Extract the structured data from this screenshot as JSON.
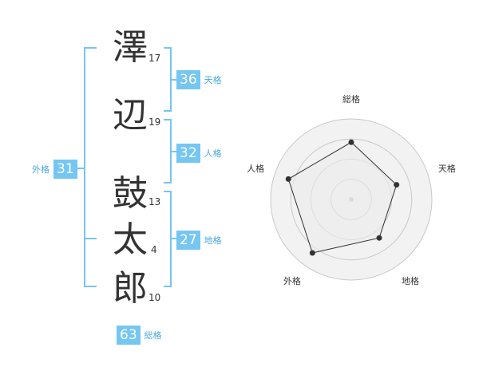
{
  "name_chars": [
    {
      "char": "澤",
      "strokes": "17"
    },
    {
      "char": "辺",
      "strokes": "19"
    },
    {
      "char": "鼓",
      "strokes": "13"
    },
    {
      "char": "太",
      "strokes": "4"
    },
    {
      "char": "郎",
      "strokes": "10"
    }
  ],
  "fortunes": {
    "tenkaku": {
      "value": "36",
      "label": "天格"
    },
    "jinkaku": {
      "value": "32",
      "label": "人格"
    },
    "chikaku": {
      "value": "27",
      "label": "地格"
    },
    "gaikaku": {
      "value": "31",
      "label": "外格"
    },
    "soukaku": {
      "value": "63",
      "label": "総格"
    }
  },
  "colors": {
    "accent": "#75c6f2",
    "bracket": "#75c6f2",
    "label": "#4aa8de"
  },
  "chart_data": {
    "type": "radar",
    "axes": [
      "総格",
      "天格",
      "地格",
      "外格",
      "人格"
    ],
    "values": [
      0.71,
      0.59,
      0.59,
      0.82,
      0.82
    ],
    "range": [
      0,
      1
    ],
    "rings": 4
  }
}
